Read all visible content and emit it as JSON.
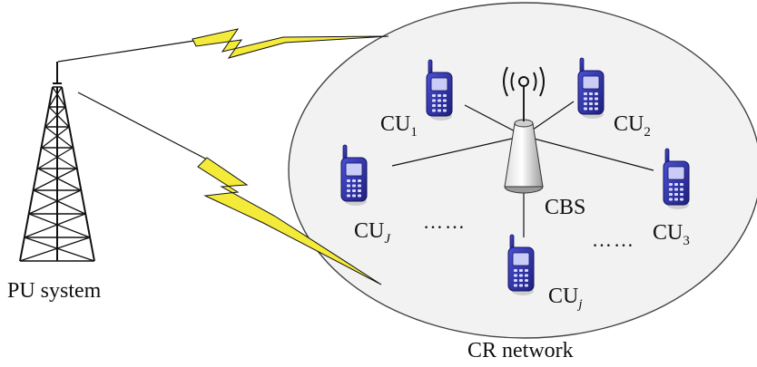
{
  "pu_label": "PU system",
  "cr_label": "CR network",
  "cbs_label": "CBS",
  "users": [
    {
      "base": "CU",
      "sub": "1"
    },
    {
      "base": "CU",
      "sub": "2"
    },
    {
      "base": "CU",
      "sub": "3"
    },
    {
      "base": "CU",
      "sub": "j"
    },
    {
      "base": "CU",
      "sub": "J"
    }
  ],
  "ellipsis": "……",
  "colors": {
    "lightning": "#f4ea3a",
    "phone": "#2b2fa8",
    "ellipse_fill": "#f2f2f2",
    "line": "#111111"
  }
}
